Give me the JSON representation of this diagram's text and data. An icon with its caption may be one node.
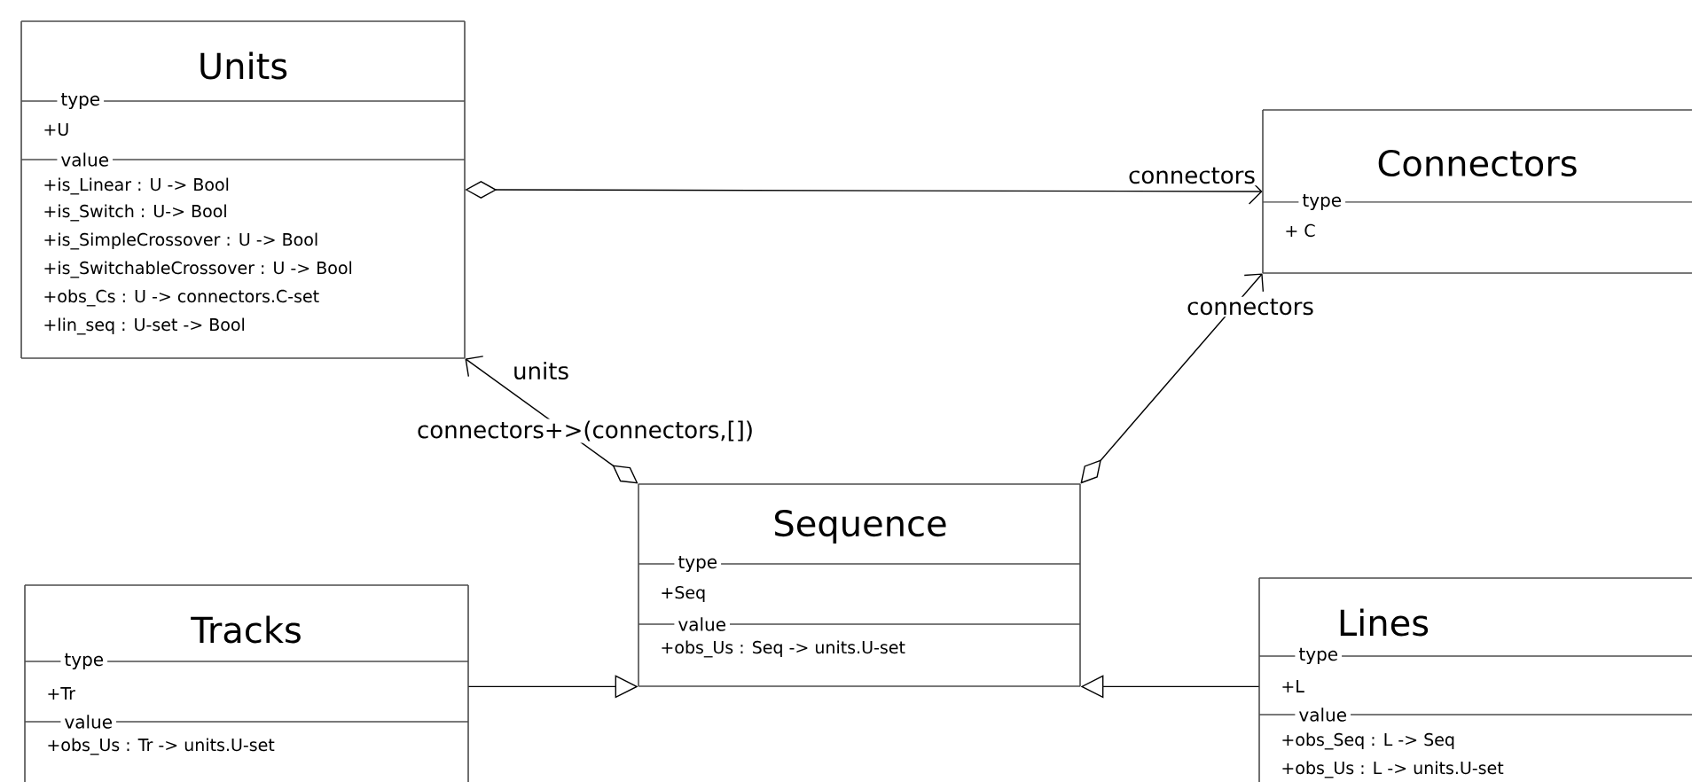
{
  "diagram": {
    "nodes": [
      {
        "text": [
          "Units",
          "type",
          "+U",
          "value",
          "+is_Linear : U -> Bool",
          "+is_Switch :  U-> Bool",
          "+is_SimpleCrossover : U -> Bool",
          "+is_SwitchableCrossover : U -> Bool",
          "+obs_Cs : U -> connectors.C-set",
          "+lin_seq : U-set -> Bool"
        ]
      },
      {
        "text": [
          "Connectors",
          "type",
          "+ C"
        ]
      },
      {
        "text": [
          "Sequence",
          "type",
          "+Seq",
          "value",
          "+obs_Us : Seq -> units.U-set"
        ]
      },
      {
        "text": [
          "Tracks",
          "type",
          "+Tr",
          "value",
          "+obs_Us : Tr -> units.U-set"
        ]
      },
      {
        "text": [
          "Lines",
          "type",
          "+L",
          "value",
          "+obs_Seq : L -> Seq",
          "+obs_Us : L -> units.U-set"
        ]
      }
    ],
    "edges": [
      {
        "from": 0,
        "to": 1,
        "arrow": "to",
        "label": "connectors"
      },
      {
        "from": 2,
        "to": 0,
        "arrow": "to",
        "label": "units"
      },
      {
        "from": 2,
        "to": 1,
        "arrow": "to",
        "label": "connectors"
      },
      {
        "from": 3,
        "to": 2,
        "arrow": "to"
      },
      {
        "from": 4,
        "to": 2,
        "arrow": "to"
      }
    ],
    "labels": [
      "connectors+>(connectors,[])"
    ]
  }
}
